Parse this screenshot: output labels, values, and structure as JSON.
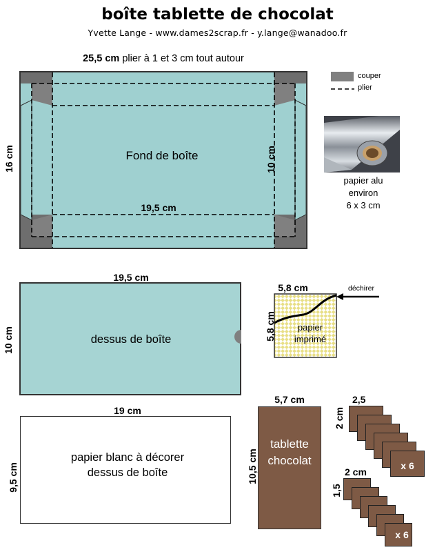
{
  "header": {
    "title": "boîte  tablette de chocolat",
    "author": "Yvette Lange  -  www.dames2scrap.fr  -  y.lange@wanadoo.fr"
  },
  "legend": {
    "cut_label": "couper",
    "fold_label": "plier"
  },
  "box_base": {
    "width_value": "25,5 cm",
    "width_note": "plier à 1 et 3 cm tout autour",
    "height_label": "16 cm",
    "inner_height_label": "10 cm",
    "inner_width_label": "19,5 cm",
    "center_label": "Fond de boîte"
  },
  "foil": {
    "line1": "papier alu",
    "line2": "environ",
    "line3": "6 x 3 cm"
  },
  "lid": {
    "width_label": "19,5 cm",
    "height_label": "10 cm",
    "center_label": "dessus de boîte"
  },
  "printed_paper": {
    "width_label": "5,8 cm",
    "height_label": "5,8 cm",
    "tear_label": "déchirer",
    "line1": "papier",
    "line2": "imprimé"
  },
  "white_paper": {
    "width_label": "19 cm",
    "height_label": "9,5 cm",
    "line1": "papier blanc à décorer",
    "line2": "dessus de boîte"
  },
  "chocolate": {
    "width_label": "5,7 cm",
    "height_label": "10,5 cm",
    "line1": "tablette",
    "line2": "chocolat"
  },
  "squares_a": {
    "width_label": "2,5",
    "height_label": "2 cm",
    "count_label": "x 6"
  },
  "squares_b": {
    "width_label": "2 cm",
    "height_label": "1,5",
    "count_label": "x 6"
  },
  "colors": {
    "box_fill": "#9fd0d0",
    "cut_gray": "#808080",
    "chocolate": "#7e5a45",
    "print_yellow": "#e8df86"
  }
}
